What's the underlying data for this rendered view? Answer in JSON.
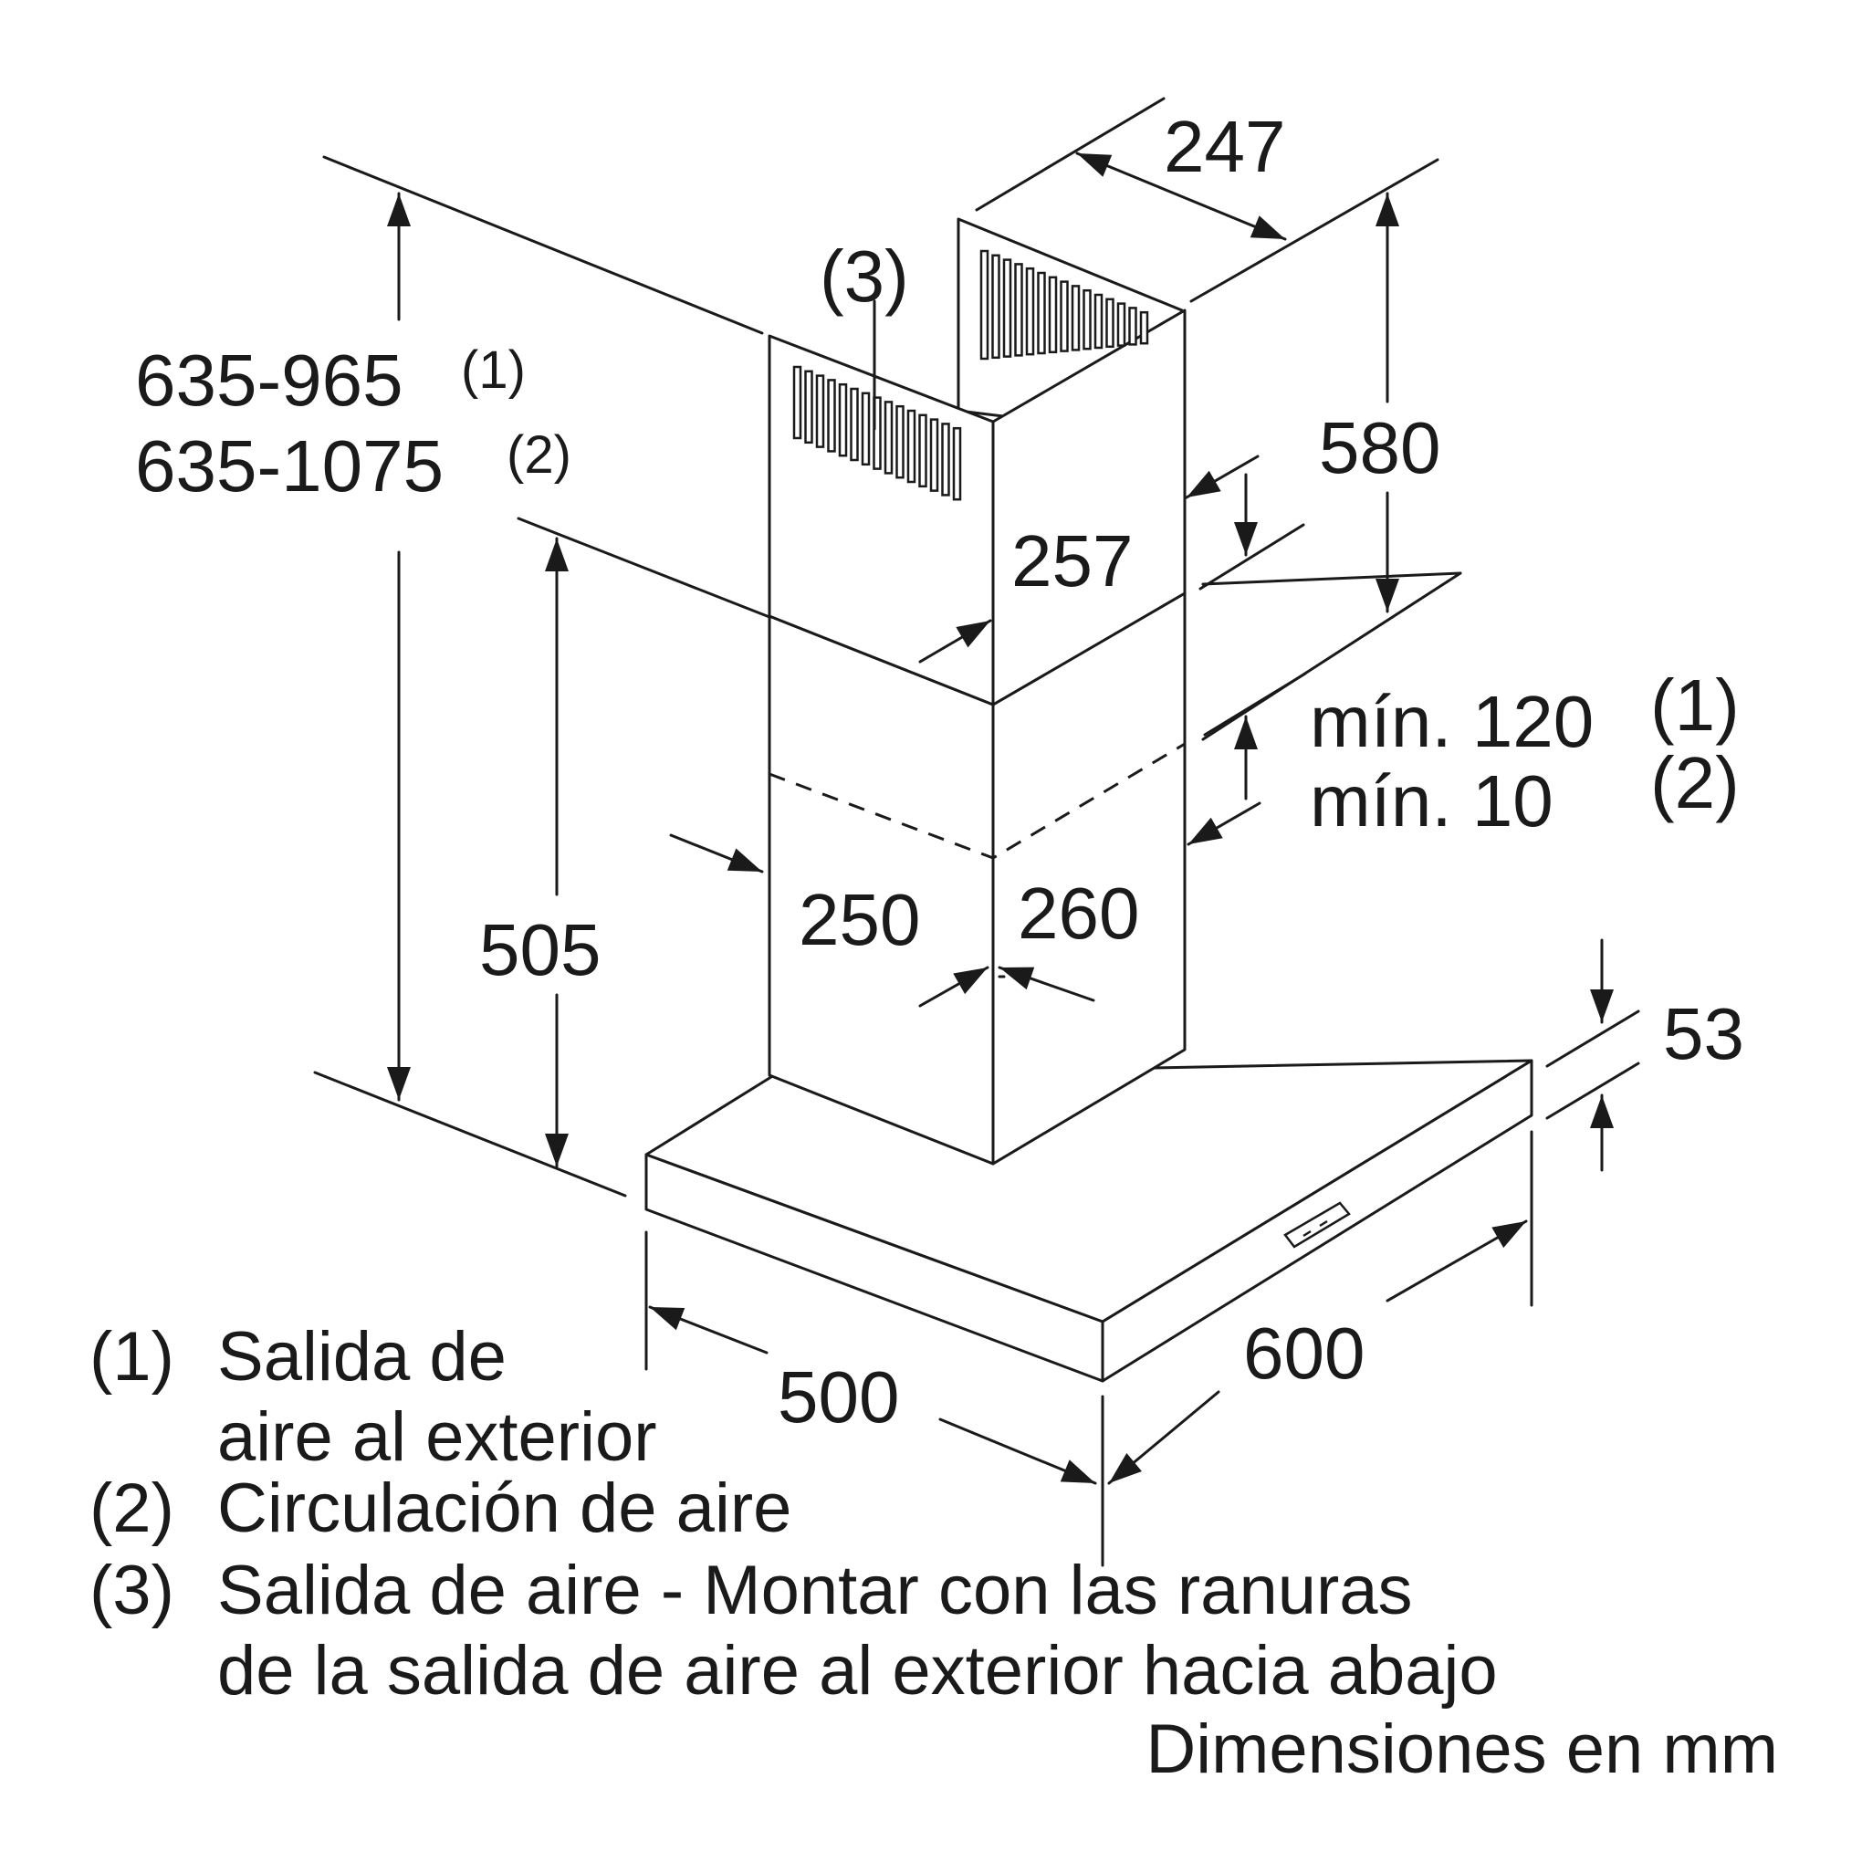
{
  "dimensions": {
    "total_height_1": "635-965",
    "total_height_2": "635-1075",
    "marker_1": "(1)",
    "marker_2": "(2)",
    "marker_3": "(3)",
    "chimney_upper_depth": "247",
    "chimney_upper_height": "580",
    "chimney_upper_width": "257",
    "min_overlap_1": "mín. 120",
    "min_overlap_2": "mín. 10",
    "chimney_lower_width": "250",
    "chimney_lower_depth": "260",
    "chimney_lower_height": "505",
    "canopy_thickness": "53",
    "canopy_depth": "500",
    "canopy_width": "600"
  },
  "legend": [
    {
      "marker": "(1)",
      "lines": [
        "Salida de",
        "aire al exterior"
      ]
    },
    {
      "marker": "(2)",
      "lines": [
        "Circulación de aire"
      ]
    },
    {
      "marker": "(3)",
      "lines": [
        "Salida de aire - Montar con las ranuras",
        "de la salida de aire al exterior hacia abajo"
      ]
    }
  ],
  "units_note": "Dimensiones en mm"
}
